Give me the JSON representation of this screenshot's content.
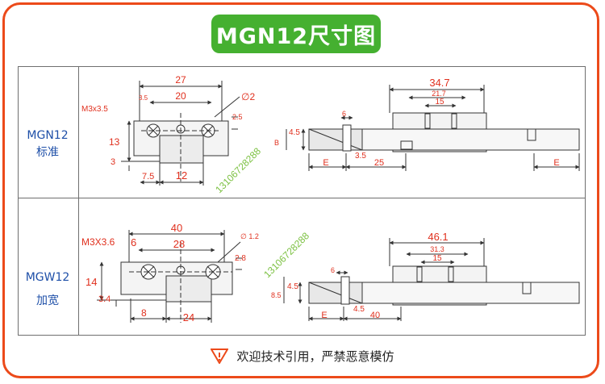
{
  "title": "MGN12尺寸图",
  "rows": [
    {
      "model": "MGN12",
      "type": "标准",
      "front": {
        "width": "27",
        "hole_pitch": "20",
        "hole_edge": "3.5",
        "screw": "M3x3.5",
        "oil_hole": "∅2",
        "top_gap": "2.5",
        "height": "13",
        "rail_height": "3",
        "side_offset": "7.5",
        "rail_width": "12"
      },
      "side": {
        "block_len": "34.7",
        "body_len": "21.7",
        "pitch": "15",
        "rail_h": "4.5",
        "b": "B",
        "nut": "6",
        "bolt_offset": "3.5",
        "pitch_rail": "25",
        "end_e": "E",
        "end_e2": "E"
      },
      "watermark": "13106728288"
    },
    {
      "model": "MGW12",
      "type": "加宽",
      "front": {
        "width": "40",
        "hole_pitch": "28",
        "hole_edge": "6",
        "screw": "M3X3.6",
        "oil_hole": "∅ 1.2",
        "top_gap": "2.8",
        "height": "14",
        "rail_height": "3.4",
        "side_offset": "8",
        "rail_width": "24"
      },
      "side": {
        "block_len": "46.1",
        "body_len": "31.3",
        "pitch": "15",
        "rail_h": "4.5",
        "total_h": "8.5",
        "nut": "6",
        "bolt_offset": "4.5",
        "pitch_rail": "40",
        "end_e": "E"
      },
      "watermark": "13106728288"
    }
  ],
  "footer": "欢迎技术引用，严禁恶意模仿",
  "colors": {
    "frame": "#ec4a1a",
    "badge": "#45b030",
    "model_text": "#1e4fa8",
    "dim_text": "#e0301e",
    "watermark": "#7cc142"
  }
}
